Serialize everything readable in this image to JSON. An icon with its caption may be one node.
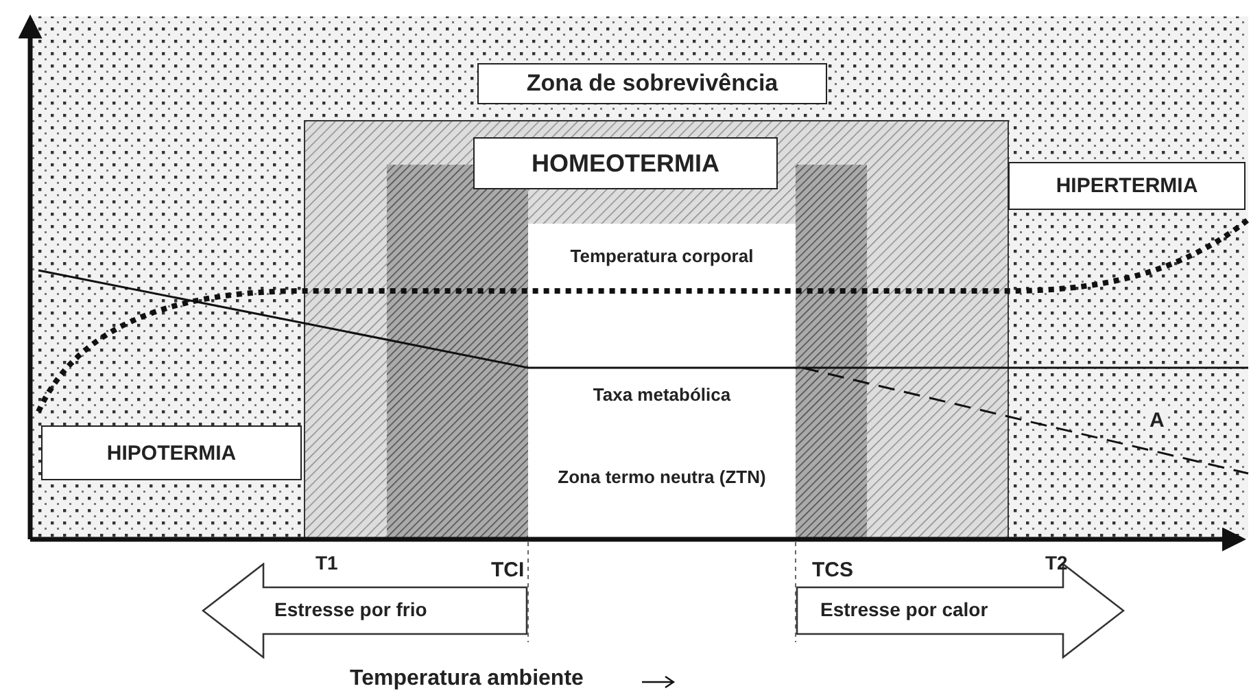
{
  "diagram": {
    "nodes": [
      {
        "text": [
          "Zona de sobrevivência"
        ]
      },
      {
        "text": [
          "HOMEOTERMIA"
        ]
      },
      {
        "text": [
          "HIPERTERMIA"
        ]
      },
      {
        "text": [
          "Temperatura corporal",
          "Taxa metabólica",
          "Zona termo neutra (ZTN)"
        ]
      },
      {
        "text": [
          "HIPOTERMIA"
        ]
      },
      {
        "text": [
          "Estresse por frio"
        ]
      },
      {
        "text": [
          "Estresse por calor"
        ]
      }
    ],
    "labels": [
      "T1",
      "TCI",
      "TCS",
      "T2",
      "A",
      "Temperatura ambiente"
    ]
  }
}
